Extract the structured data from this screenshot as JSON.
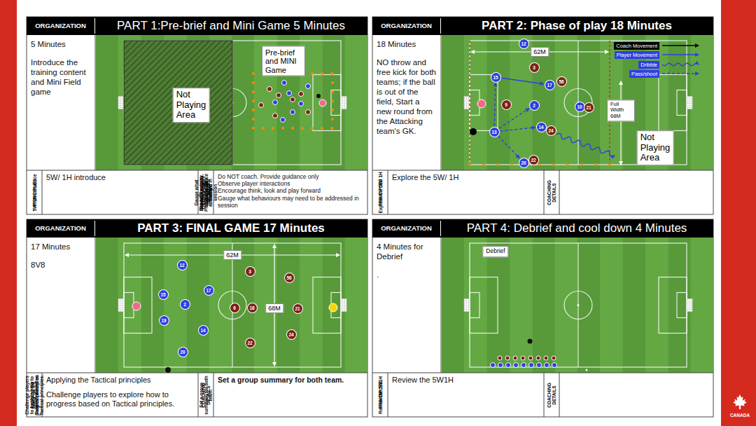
{
  "diagram": {
    "nodes": [
      {
        "text": [
          "PART 1:Pre-brief and Mini Game 5 Minutes"
        ]
      },
      {
        "text": [
          "ORGANIZATION"
        ],
        "in": 0
      },
      {
        "text": [
          "5 Minutes",
          "Introduce the training content and Mini Field game"
        ],
        "in": 0
      },
      {
        "text": [
          "Not Playing Area"
        ],
        "in": 0
      },
      {
        "text": [
          "Pre-brief and MINI Game"
        ],
        "in": 0
      },
      {
        "text": [
          "PRINCIPLES",
          "5W/ 1H introduce"
        ],
        "in": 0
      },
      {
        "text": [
          "COACHING DETAILS",
          "Do NOT coach. Provide guidance only",
          "Observe player interactions",
          "Encourage think, look and play forward",
          "Gauge what behaviours may need to be addressed in session"
        ],
        "in": 0
      },
      {
        "text": [
          "PART 2: Phase of play 18 Minutes"
        ]
      },
      {
        "text": [
          "ORGANIZATION"
        ],
        "in": 7
      },
      {
        "text": [
          "18 Minutes",
          "NO throw and free kick for both teams; if the ball is out of the field, Start a new round from the Attacking team's GK."
        ],
        "in": 7
      },
      {
        "text": [
          "Full Width 68M"
        ],
        "in": 7
      },
      {
        "text": [
          "Not Playing Area"
        ],
        "in": 7
      },
      {
        "text": [
          "12"
        ],
        "in": 7
      },
      {
        "text": [
          "3"
        ],
        "in": 7
      },
      {
        "text": [
          "15"
        ],
        "in": 7
      },
      {
        "text": [
          "56"
        ],
        "in": 7
      },
      {
        "text": [
          "17"
        ],
        "in": 7
      },
      {
        "text": [
          "9"
        ],
        "in": 7
      },
      {
        "text": [
          "2"
        ],
        "in": 7
      },
      {
        "text": [
          "10"
        ],
        "in": 7
      },
      {
        "text": [
          "21"
        ],
        "in": 7
      },
      {
        "text": [
          "13"
        ],
        "in": 7
      },
      {
        "text": [
          "14"
        ],
        "in": 7
      },
      {
        "text": [
          "24"
        ],
        "in": 7
      },
      {
        "text": [
          "20"
        ],
        "in": 7
      },
      {
        "text": [
          "22"
        ],
        "in": 7
      },
      {
        "text": [
          "PRINCIPLES",
          "Explore the 5W/ 1H"
        ],
        "in": 7
      },
      {
        "text": [
          "COACHING DETAILS"
        ],
        "in": 7
      },
      {
        "text": [
          "PART 3: FINAL GAME 17 Minutes"
        ]
      },
      {
        "text": [
          "ORGANIZATION"
        ],
        "in": 28
      },
      {
        "text": [
          "17 Minutes",
          "8V8"
        ],
        "in": 28
      },
      {
        "text": [
          "12"
        ],
        "in": 28
      },
      {
        "text": [
          "3"
        ],
        "in": 28
      },
      {
        "text": [
          "56"
        ],
        "in": 28
      },
      {
        "text": [
          "15"
        ],
        "in": 28
      },
      {
        "text": [
          "17"
        ],
        "in": 28
      },
      {
        "text": [
          "2"
        ],
        "in": 28
      },
      {
        "text": [
          "6"
        ],
        "in": 28
      },
      {
        "text": [
          "18"
        ],
        "in": 28
      },
      {
        "text": [
          "21"
        ],
        "in": 28
      },
      {
        "text": [
          "19"
        ],
        "in": 28
      },
      {
        "text": [
          "14"
        ],
        "in": 28
      },
      {
        "text": [
          "24"
        ],
        "in": 28
      },
      {
        "text": [
          "22"
        ],
        "in": 28
      },
      {
        "text": [
          "20"
        ],
        "in": 28
      },
      {
        "text": [
          "PRINCIPLES",
          "Applying the Tactical principles",
          "Challenge players to explore how to progress based on Tactical principles."
        ],
        "in": 28
      },
      {
        "text": [
          "COACHING DETAILS",
          "Set a group summary for both team."
        ],
        "in": 28
      },
      {
        "text": [
          "PART 4: Debrief and cool down 4 Minutes"
        ]
      },
      {
        "text": [
          "ORGANIZATION"
        ],
        "in": 47
      },
      {
        "text": [
          "4 Minutes for Debrief",
          "."
        ],
        "in": 47
      },
      {
        "text": [
          "Debrief"
        ],
        "in": 47
      },
      {
        "text": [
          "PRINCIPLES",
          "Review the 5W1H"
        ],
        "in": 47
      },
      {
        "text": [
          "COACHING DETAILS"
        ],
        "in": 47
      }
    ],
    "edges": [
      {
        "from": 21,
        "to": 14,
        "arrow": "to"
      },
      {
        "from": 21,
        "to": 18,
        "arrow": "to"
      },
      {
        "from": 21,
        "to": 22,
        "arrow": "to"
      },
      {
        "from": 21,
        "to": 24,
        "arrow": "to"
      },
      {
        "from": 14,
        "to": 16,
        "arrow": "to"
      }
    ],
    "labels": [
      "62M",
      "62M",
      "68M",
      "CANADA"
    ],
    "legend": [
      {
        "text": "Coach Movement"
      },
      {
        "text": "Player Movement"
      },
      {
        "text": "Dribble"
      },
      {
        "text": "Pass/shoot"
      }
    ]
  }
}
